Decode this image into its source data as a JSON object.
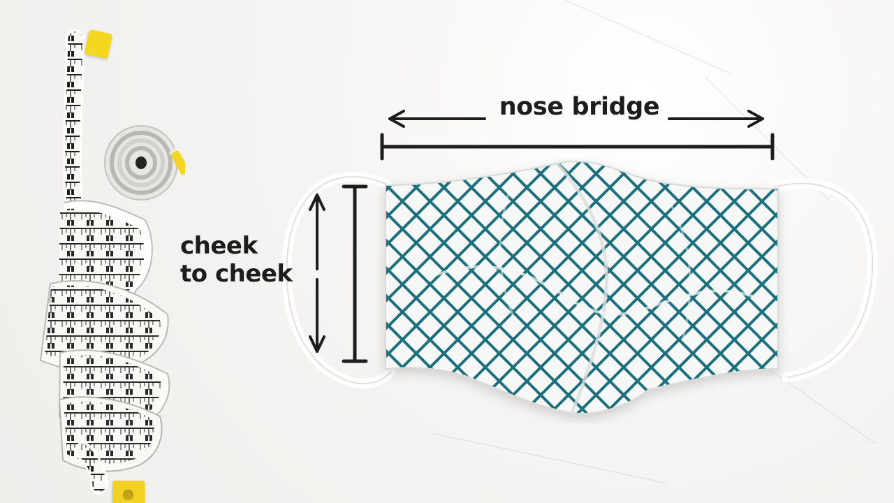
{
  "annotations": {
    "nose_bridge": "nose bridge",
    "cheek_to_cheek": {
      "line_1": "cheek",
      "line_2": "to cheek"
    }
  },
  "colors": {
    "background": "#f4f3f1",
    "mask_pattern": "#1b6f7d",
    "tape_yellow": "#f4d71f",
    "annotation_ink": "#1d1d1d"
  },
  "icons": {
    "horizontal_arrows": "left-right-arrow-icon",
    "vertical_arrows": "up-down-arrow-icon"
  }
}
